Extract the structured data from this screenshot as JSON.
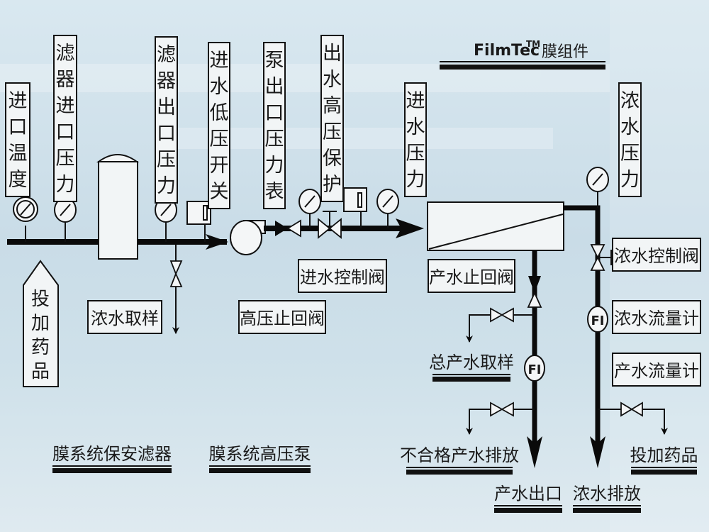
{
  "title": {
    "brand": "FilmTec",
    "tm": "TM",
    "suffix": "膜组件"
  },
  "vertical_labels": [
    {
      "id": "inlet-temperature",
      "text": "进口温度"
    },
    {
      "id": "filter-inlet-pressure",
      "text": "滤器进口压力"
    },
    {
      "id": "filter-outlet-pressure",
      "text": "滤器出口压力"
    },
    {
      "id": "feed-low-pressure-switch",
      "text": "进水低压开关"
    },
    {
      "id": "pump-outlet-pressure-gauge",
      "text": "泵出口压力表"
    },
    {
      "id": "outlet-high-pressure-protection",
      "text": "出水高压保护"
    },
    {
      "id": "feed-pressure",
      "text": "进水压力"
    },
    {
      "id": "concentrate-pressure",
      "text": "浓水压力"
    }
  ],
  "chemical_dosing_arrow": "投加药品",
  "boxed_labels": {
    "concentrate_sampling": "浓水取样",
    "high_pressure_check_valve": "高压止回阀",
    "feed_control_valve": "进水控制阀",
    "permeate_check_valve": "产水止回阀",
    "concentrate_control_valve": "浓水控制阀",
    "concentrate_flowmeter": "浓水流量计",
    "permeate_flowmeter": "产水流量计"
  },
  "underlined_labels": {
    "total_permeate_sampling": "总产水取样",
    "unqualified_permeate_drain": "不合格产水排放",
    "permeate_outlet": "产水出口",
    "concentrate_drain": "浓水排放",
    "chemical_dosing": "投加药品",
    "cartridge_filter": "膜系统保安滤器",
    "high_pressure_pump": "膜系统高压泵"
  },
  "flow_indicator": "FI"
}
